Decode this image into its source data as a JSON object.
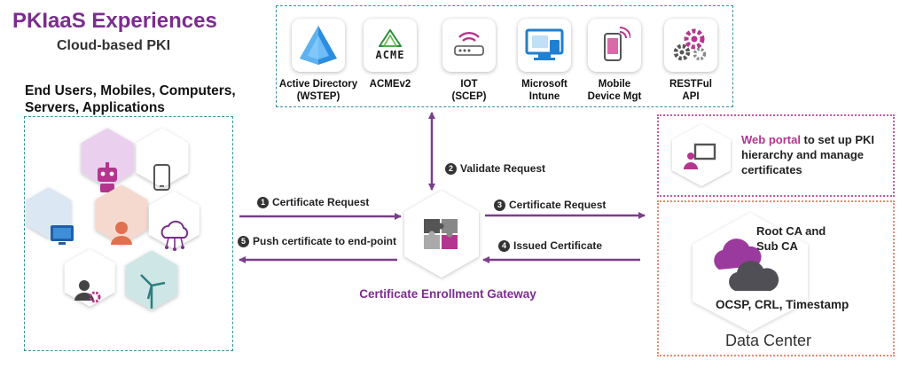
{
  "header": {
    "title": "PKIaaS Experiences",
    "subtitle": "Cloud-based PKI"
  },
  "users": {
    "heading_line1": "End Users, Mobiles, Computers,",
    "heading_line2": "Servers, Applications"
  },
  "integrations": [
    {
      "label_line1": "Active Directory",
      "label_line2": "(WSTEP)",
      "icon": "azure-ad-icon"
    },
    {
      "label_line1": "ACMEv2",
      "label_line2": "",
      "icon": "acme-icon",
      "tile_text": "ACME"
    },
    {
      "label_line1": "IOT",
      "label_line2": "(SCEP)",
      "icon": "router-icon"
    },
    {
      "label_line1": "Microsoft",
      "label_line2": "Intune",
      "icon": "intune-icon"
    },
    {
      "label_line1": "Mobile",
      "label_line2": "Device Mgt",
      "icon": "mobile-device-icon"
    },
    {
      "label_line1": "RESTFul",
      "label_line2": "API",
      "icon": "gears-icon"
    }
  ],
  "flow": {
    "step1": {
      "num": "1",
      "text": "Certificate Request"
    },
    "step2": {
      "num": "2",
      "text": "Validate Request"
    },
    "step3": {
      "num": "3",
      "text": "Certificate Request"
    },
    "step4": {
      "num": "4",
      "text": "Issued Certificate"
    },
    "step5": {
      "num": "5",
      "text": "Push certificate to end-point"
    }
  },
  "gateway": {
    "label": "Certificate Enrollment Gateway",
    "icon": "puzzle-icon"
  },
  "portal": {
    "accent": "Web portal",
    "rest": " to set up PKI hierarchy and manage certificates",
    "icon": "presenter-icon"
  },
  "datacenter": {
    "ca_line1": "Root CA and",
    "ca_line2": "Sub CA",
    "services": "OCSP, CRL, Timestamp",
    "label": "Data Center",
    "icon": "cloud-icon"
  },
  "colors": {
    "purple": "#7b2d8e",
    "teal_dash": "#3a8f9a",
    "pink_dots": "#c45aa0",
    "orange_dots": "#e88a70",
    "arrow": "#7a3e8c"
  }
}
